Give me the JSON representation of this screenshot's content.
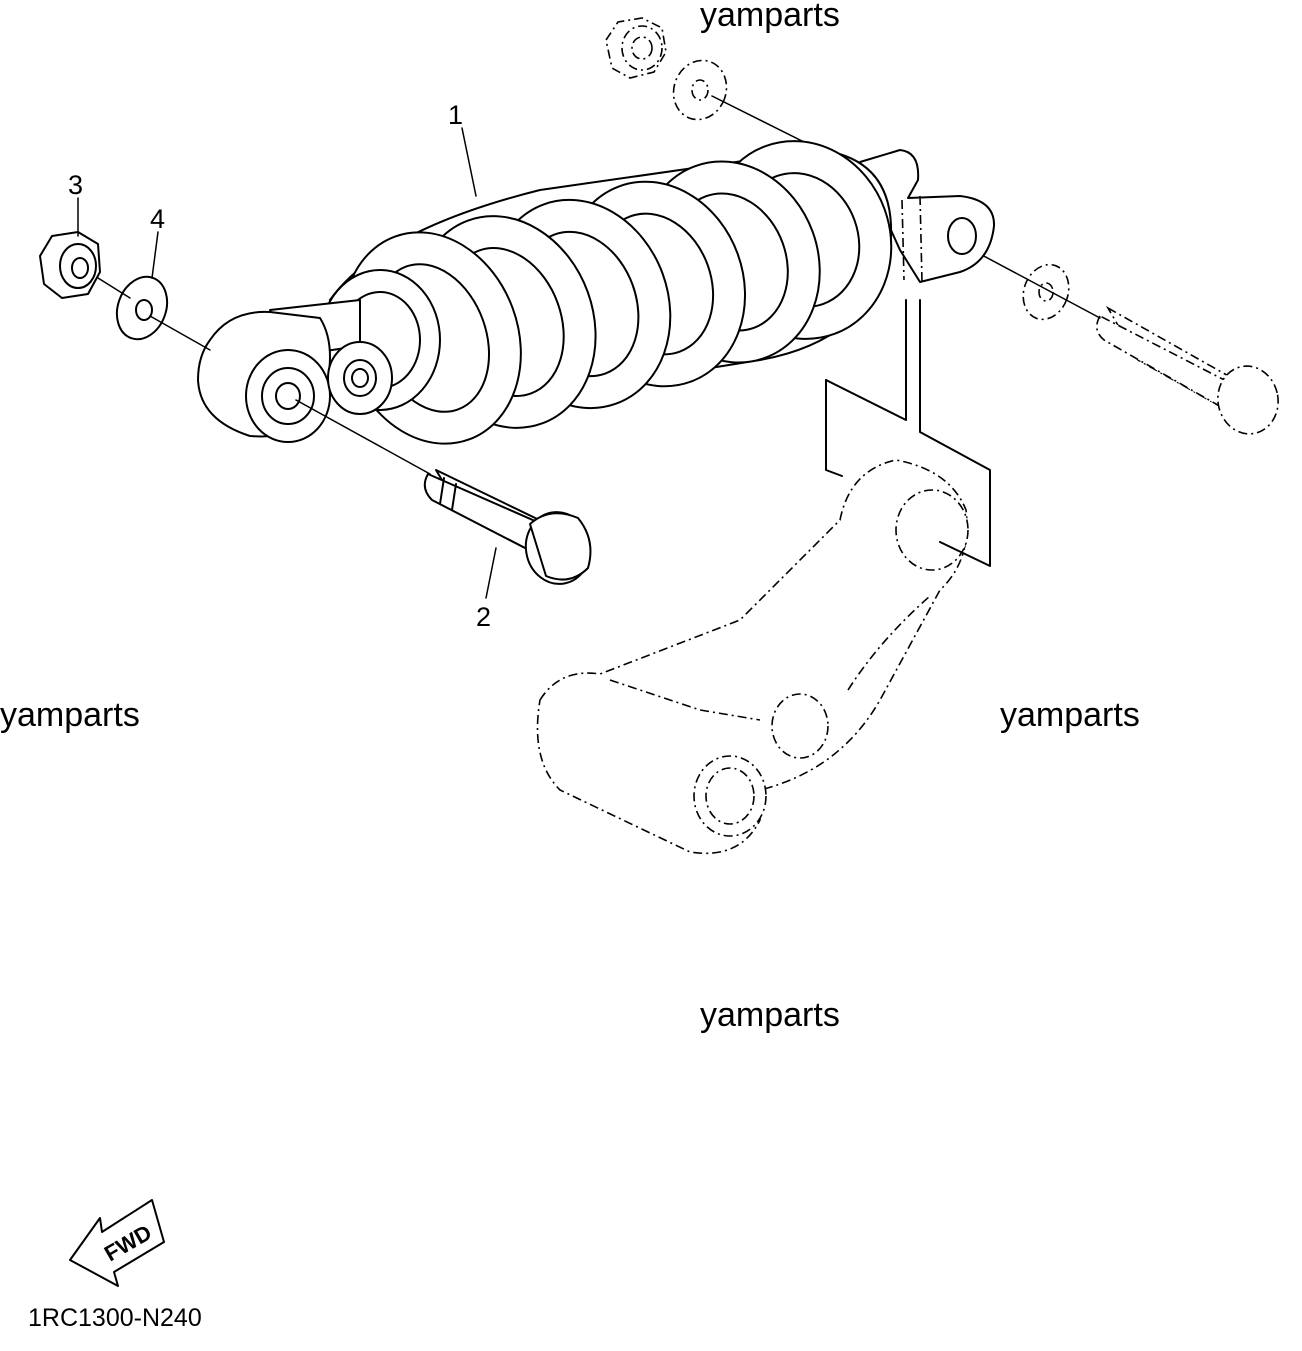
{
  "callouts": {
    "c1": "1",
    "c2": "2",
    "c3": "3",
    "c4": "4"
  },
  "watermarks": {
    "top": "yamparts",
    "left": "yamparts",
    "right": "yamparts",
    "bottom": "yamparts"
  },
  "fwd_label": "FWD",
  "diagram_code": "1RC1300-N240",
  "parts_shown": [
    "shock-absorber",
    "bolt",
    "nut",
    "washer",
    "relay-arm"
  ],
  "colors": {
    "line": "#000000",
    "background": "#ffffff"
  }
}
